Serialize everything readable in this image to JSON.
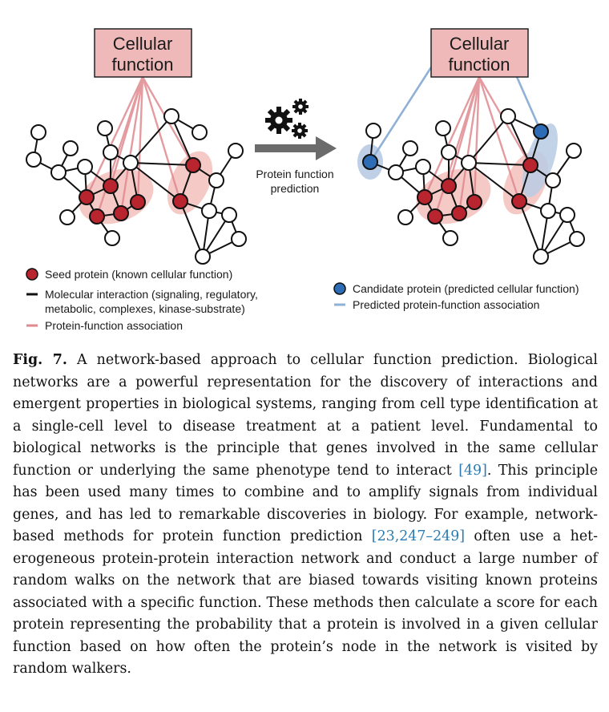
{
  "figure": {
    "left_panel": {
      "box_label_line1": "Cellular",
      "box_label_line2": "function"
    },
    "right_panel": {
      "box_label_line1": "Cellular",
      "box_label_line2": "function"
    },
    "arrow_label_line1": "Protein function",
    "arrow_label_line2": "prediction",
    "arrow_icon": "gears-icon",
    "legend_left": {
      "seed": "Seed protein (known cellular function)",
      "interaction_line1": "Molecular interaction (signaling, regulatory,",
      "interaction_line2": "metabolic, complexes, kinase-substrate)",
      "association": "Protein-function association"
    },
    "legend_right": {
      "candidate": "Candidate protein (predicted cellular function)",
      "predicted_association": "Predicted protein-function association"
    },
    "colors": {
      "box_fill": "#efb9b9",
      "seed_fill": "#b8252e",
      "candidate_fill": "#2e6db5",
      "association_line": "#e08a8f",
      "predicted_line": "#8fb1d6",
      "seed_highlight": "#f1b8b3",
      "candidate_highlight": "#b8cbe3",
      "arrow": "#6b6b6b"
    }
  },
  "caption": {
    "label": "Fig. 7.",
    "text_1": "A network-based approach to cellular function prediction. Biological networks are a powerful representation for the discovery of interactions and emergent properties in biological systems, ranging from cell type identification at a single-cell level to disease treatment at a patient level. Fundamental to biological networks is the principle that genes involved in the same cellular function or underlying the same phenotype tend to interact ",
    "cite_1": "[49]",
    "text_2": ". This principle has been used many times to combine and to amplify signals from individual genes, and has led to remarkable discoveries in biology. For example, network-based methods for protein function prediction ",
    "cite_2": "[23,247–249]",
    "text_3": " often use a het­erogeneous protein-protein interaction network and conduct a large number of random walks on the network that are biased towards visiting known proteins associated with a specific function. These methods then calculate a score for each protein representing the probability that a protein is involved in a given cellular function based on how often the protein’s node in the network is visited by random walkers."
  }
}
